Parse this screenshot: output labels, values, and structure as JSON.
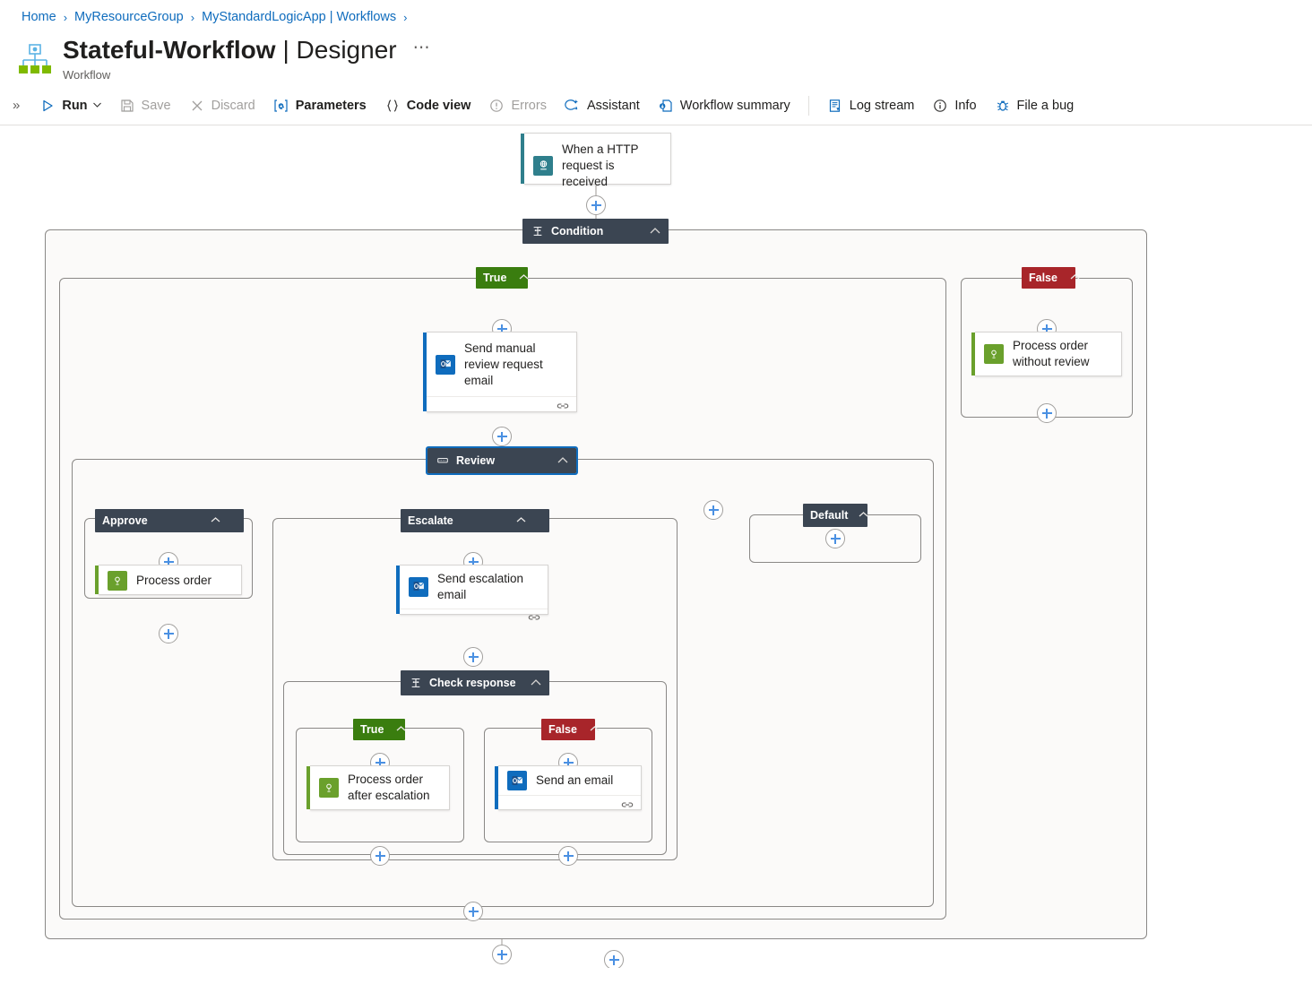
{
  "breadcrumb": {
    "items": [
      "Home",
      "MyResourceGroup",
      "MyStandardLogicApp | Workflows"
    ],
    "separator": "›"
  },
  "header": {
    "title_strong": "Stateful-Workflow",
    "title_rest": "| Designer",
    "subtitle": "Workflow",
    "ellipsis": "⋯",
    "icon": "logic-app-workflow-icon"
  },
  "toolbar": {
    "expand_chevrons": "»",
    "items": [
      {
        "label": "Run",
        "icon": "play-icon",
        "disabled": false,
        "caret": "⌄"
      },
      {
        "label": "Save",
        "icon": "save-disk-icon",
        "disabled": true
      },
      {
        "label": "Discard",
        "icon": "close-x-icon",
        "disabled": true
      },
      {
        "label": "Parameters",
        "icon": "at-bracket-icon",
        "disabled": false
      },
      {
        "label": "Code view",
        "icon": "curly-braces-icon",
        "disabled": false
      },
      {
        "label": "Errors",
        "icon": "exclamation-circle-icon",
        "disabled": true
      },
      {
        "label": "Assistant",
        "icon": "sparkle-chat-icon",
        "disabled": false
      },
      {
        "label": "Workflow summary",
        "icon": "summary-page-icon",
        "disabled": false
      },
      {
        "separator": true
      },
      {
        "label": "Log stream",
        "icon": "log-stream-icon",
        "disabled": false
      },
      {
        "label": "Info",
        "icon": "info-circle-icon",
        "disabled": false
      },
      {
        "label": "File a bug",
        "icon": "bug-icon",
        "disabled": false
      }
    ]
  },
  "colors": {
    "accent_blue": "#0f6cbd",
    "trigger_teal": "#2f7f8c",
    "outlook_blue": "#0f6cbd",
    "compose_green": "#6aa02c",
    "true_green": "#3a7d0f",
    "false_red": "#a8252a",
    "scope_header": "#3b4552",
    "scope_fill": "#fbfaf9",
    "scope_border": "#8a8886"
  },
  "workflow": {
    "trigger": {
      "label": "When a HTTP request is received",
      "icon": "http-request-icon",
      "accent": "#2f7f8c",
      "has_footer": false
    },
    "condition": {
      "label": "Condition",
      "icon": "condition-icon",
      "selected": false,
      "chevron": "⌃",
      "branches": [
        {
          "label": "True",
          "type": "true"
        },
        {
          "label": "False",
          "type": "false"
        }
      ]
    },
    "actions": {
      "send_manual_review": {
        "label": "Send manual review request email",
        "icon": "outlook-icon",
        "accent": "#0f6cbd",
        "footer_icon": "link-connection-icon"
      },
      "process_without_review": {
        "label": "Process order without review",
        "icon": "compose-icon",
        "accent": "#6aa02c",
        "footer_icon": null
      },
      "process_order": {
        "label": "Process order",
        "icon": "compose-icon",
        "accent": "#6aa02c",
        "footer_icon": null
      },
      "send_escalation": {
        "label": "Send escalation email",
        "icon": "outlook-icon",
        "accent": "#0f6cbd",
        "footer_icon": "link-connection-icon"
      },
      "process_after_escalation": {
        "label": "Process order after escalation",
        "icon": "compose-icon",
        "accent": "#6aa02c",
        "footer_icon": null
      },
      "send_an_email": {
        "label": "Send an email",
        "icon": "outlook-icon",
        "accent": "#0f6cbd",
        "footer_icon": "link-connection-icon"
      }
    },
    "review_switch": {
      "label": "Review",
      "icon": "switch-icon",
      "selected": true,
      "chevron": "⌃",
      "cases": [
        {
          "label": "Approve"
        },
        {
          "label": "Escalate"
        },
        {
          "label": "Default"
        }
      ]
    },
    "check_response": {
      "label": "Check response",
      "icon": "condition-icon",
      "selected": false,
      "chevron": "⌃",
      "branches": [
        {
          "label": "True",
          "type": "true"
        },
        {
          "label": "False",
          "type": "false"
        }
      ]
    },
    "add_button_label": "+"
  }
}
